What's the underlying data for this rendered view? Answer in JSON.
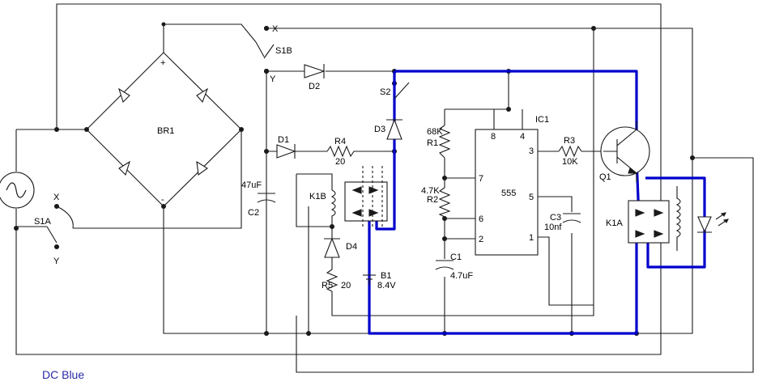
{
  "colors": {
    "wire": "#1a1a1a",
    "highlight": "#0000cc",
    "caption": "#2a2aa8",
    "background": "#ffffff"
  },
  "bridge": {
    "name": "BR1",
    "plus": "+",
    "minus": "-"
  },
  "switch_b": {
    "name": "S1B",
    "x": "X",
    "y": "Y"
  },
  "switch_a": {
    "name": "S1A",
    "x": "X",
    "y": "Y"
  },
  "switch_2": {
    "name": "S2"
  },
  "diodes": {
    "d1": "D1",
    "d2": "D2",
    "d3": "D3",
    "d4": "D4"
  },
  "resistors": {
    "r1": {
      "name": "R1",
      "value": "68K"
    },
    "r2": {
      "name": "R2",
      "value": "4.7K"
    },
    "r3": {
      "name": "R3",
      "value": "10K"
    },
    "r4": {
      "name": "R4",
      "value": "20"
    },
    "r5": {
      "name": "R5",
      "value": "20"
    }
  },
  "capacitors": {
    "c1": {
      "name": "C1",
      "value": "4.7uF"
    },
    "c2": {
      "name": "C2",
      "value": "47uF"
    },
    "c3": {
      "name": "C3",
      "value": "10nf"
    }
  },
  "battery": {
    "name": "B1",
    "value": "8.4V"
  },
  "relay_b": {
    "name": "K1B"
  },
  "relay_a": {
    "name": "K1A"
  },
  "ic": {
    "name": "IC1",
    "type": "555",
    "pins": [
      "8",
      "4",
      "7",
      "6",
      "2",
      "3",
      "5",
      "1"
    ]
  },
  "transistor": {
    "name": "Q1"
  },
  "caption": "DC Blue"
}
